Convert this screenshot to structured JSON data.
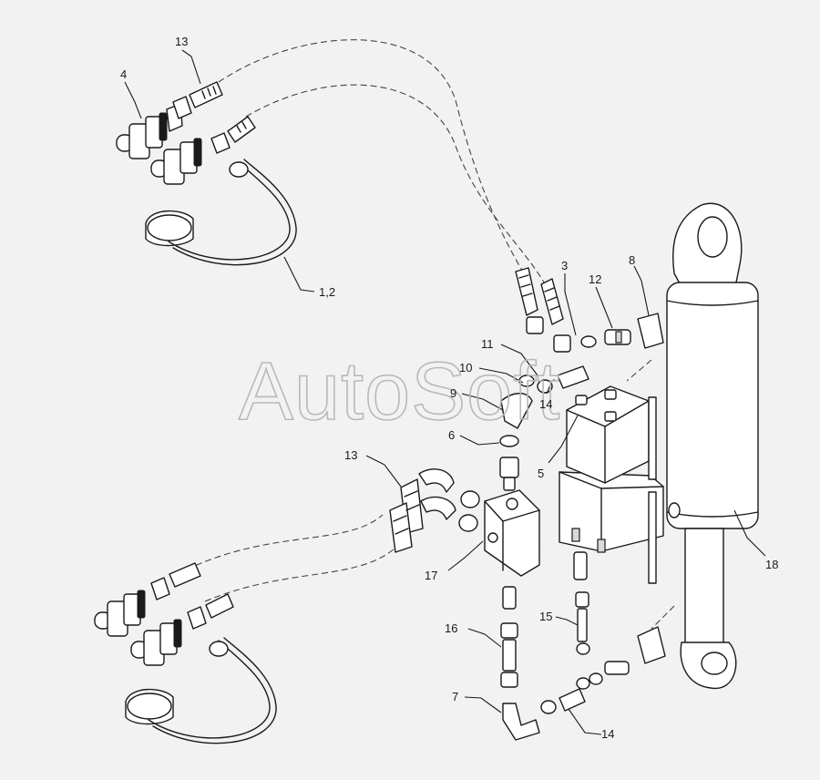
{
  "watermark": "AutoSoft",
  "callouts": {
    "c1": "13",
    "c2": "4",
    "c3": "1,2",
    "c4": "3",
    "c5": "12",
    "c6": "8",
    "c7": "11",
    "c8": "10",
    "c9": "9",
    "c10": "14",
    "c11": "6",
    "c12": "5",
    "c13": "13",
    "c14": "17",
    "c15": "16",
    "c16": "15",
    "c17": "7",
    "c18": "14",
    "c19": "18"
  },
  "colors": {
    "ink": "#1a1a1a",
    "paper": "#f2f2f2",
    "watermark": "#b9b9b9"
  }
}
